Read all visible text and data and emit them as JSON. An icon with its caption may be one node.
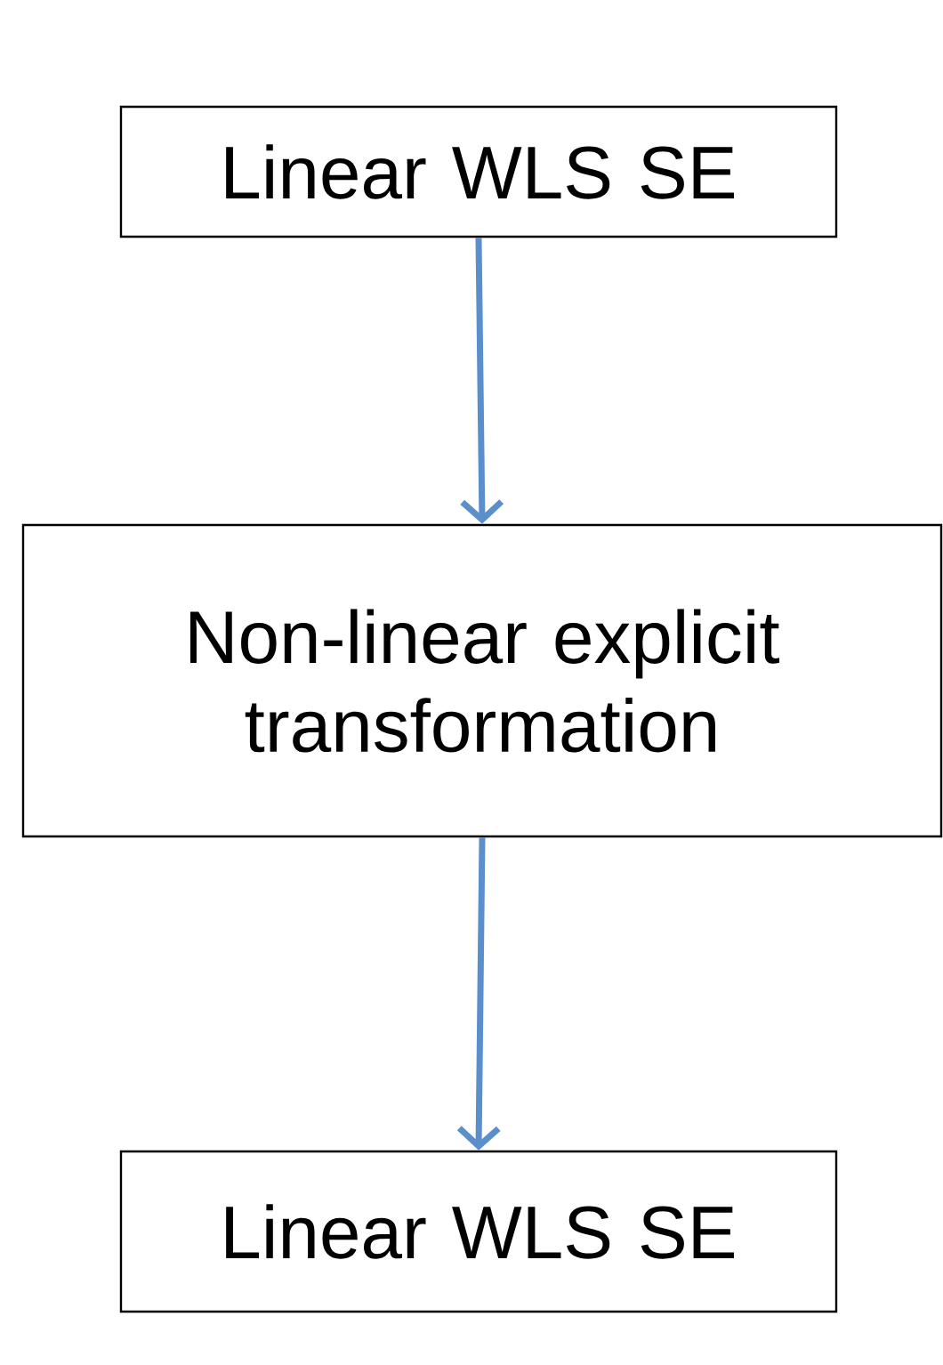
{
  "diagram": {
    "nodes": [
      {
        "text": [
          "Linear WLS SE"
        ]
      },
      {
        "text": [
          "Non-linear explicit transformation"
        ]
      },
      {
        "text": [
          "Linear WLS SE"
        ]
      }
    ],
    "edges": [
      {
        "from": 0,
        "to": 1,
        "arrow": "to"
      },
      {
        "from": 1,
        "to": 2,
        "arrow": "to"
      }
    ]
  }
}
